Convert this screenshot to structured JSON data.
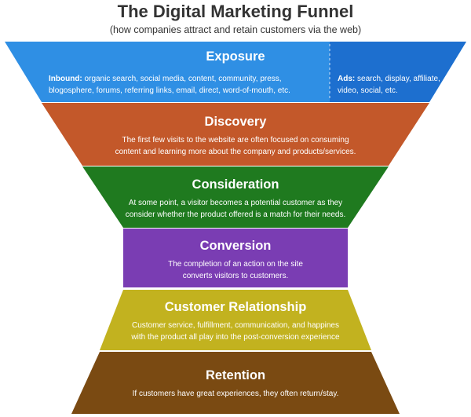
{
  "header": {
    "title": "The Digital Marketing Funnel",
    "subtitle": "(how companies attract and retain customers via the web)"
  },
  "colors": {
    "exposure": "#2f8fe4",
    "exposure_ads": "#1d6fcf",
    "discovery": "#c3582a",
    "consideration": "#1f7a1f",
    "conversion": "#7a3db3",
    "relationship": "#c2b21f",
    "retention": "#7a4a12"
  },
  "stages": {
    "exposure": {
      "title": "Exposure",
      "inbound_label": "Inbound:",
      "inbound_text": "organic search, social media, content, community, press, blogosphere, forums, referring links, email, direct, word-of-mouth, etc.",
      "ads_label": "Ads:",
      "ads_text": "search, display, affiliate, video, social, etc."
    },
    "discovery": {
      "title": "Discovery",
      "line1": "The first few visits to the website are often focused on consuming",
      "line2": "content and learning more about the company and products/services."
    },
    "consideration": {
      "title": "Consideration",
      "line1": "At some point, a visitor becomes a potential customer as they",
      "line2": "consider whether the product offered is a match for their needs."
    },
    "conversion": {
      "title": "Conversion",
      "line1": "The completion of an action on the site",
      "line2": "converts visitors to customers."
    },
    "relationship": {
      "title": "Customer Relationship",
      "line1": "Customer service, fulfillment, communication, and happines",
      "line2": "with the product all play into the post-conversion experience"
    },
    "retention": {
      "title": "Retention",
      "line1": "If customers have great experiences, they often return/stay."
    }
  }
}
